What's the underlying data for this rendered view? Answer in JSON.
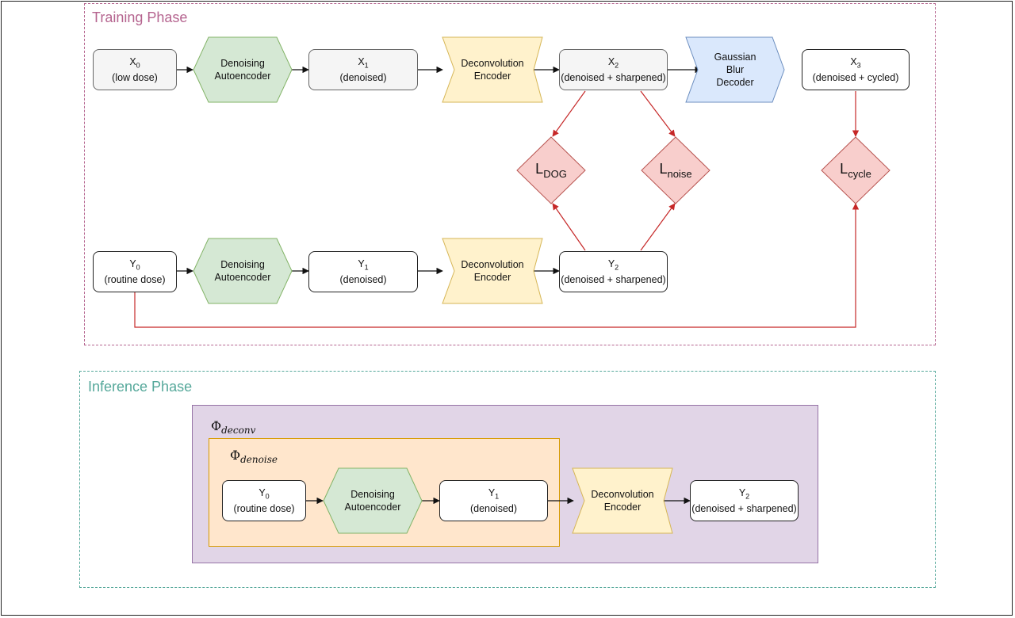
{
  "training": {
    "title": "Training Phase",
    "row_x": {
      "x0": {
        "name": "X",
        "sub": "0",
        "desc": "(low dose)"
      },
      "autoencoder": {
        "line1": "Denoising",
        "line2": "Autoencoder"
      },
      "x1": {
        "name": "X",
        "sub": "1",
        "desc": "(denoised)"
      },
      "encoder": {
        "line1": "Deconvolution",
        "line2": "Encoder"
      },
      "x2": {
        "name": "X",
        "sub": "2",
        "desc": "(denoised + sharpened)"
      },
      "decoder": {
        "line1": "Gaussian",
        "line2": "Blur",
        "line3": "Decoder"
      },
      "x3": {
        "name": "X",
        "sub": "3",
        "desc": "(denoised + cycled)"
      }
    },
    "row_y": {
      "y0": {
        "name": "Y",
        "sub": "0",
        "desc": "(routine dose)"
      },
      "autoencoder": {
        "line1": "Denoising",
        "line2": "Autoencoder"
      },
      "y1": {
        "name": "Y",
        "sub": "1",
        "desc": "(denoised)"
      },
      "encoder": {
        "line1": "Deconvolution",
        "line2": "Encoder"
      },
      "y2": {
        "name": "Y",
        "sub": "2",
        "desc": "(denoised + sharpened)"
      }
    },
    "losses": {
      "dog": {
        "name": "L",
        "sub": "DOG"
      },
      "noise": {
        "name": "L",
        "sub": "noise"
      },
      "cycle": {
        "name": "L",
        "sub": "cycle"
      }
    }
  },
  "inference": {
    "title": "Inference Phase",
    "phi_deconv": {
      "symbol": "Φ",
      "sub": "deconv"
    },
    "phi_denoise": {
      "symbol": "Φ",
      "sub": "denoise"
    },
    "y0": {
      "name": "Y",
      "sub": "0",
      "desc": "(routine dose)"
    },
    "autoencoder": {
      "line1": "Denoising",
      "line2": "Autoencoder"
    },
    "y1": {
      "name": "Y",
      "sub": "1",
      "desc": "(denoised)"
    },
    "encoder": {
      "line1": "Deconvolution",
      "line2": "Encoder"
    },
    "y2": {
      "name": "Y",
      "sub": "2",
      "desc": "(denoised + sharpened)"
    }
  },
  "colors": {
    "training_border": "#b5648f",
    "inference_border": "#55a89a",
    "autoencoder_fill": "#d5e8d4",
    "autoencoder_stroke": "#82b366",
    "encoder_fill": "#fff2cc",
    "encoder_stroke": "#d6b656",
    "decoder_fill": "#dae8fc",
    "decoder_stroke": "#6c8ebf",
    "loss_fill": "#f8cecc",
    "loss_stroke": "#b85450",
    "loss_wire": "#c62828",
    "deconv_fill": "#e1d5e7",
    "denoise_fill": "#ffe6cc"
  },
  "icons": {
    "autoencoder": "hexagon-shape",
    "encoder": "chevron-shape",
    "decoder": "pentagon-arrow-shape",
    "loss": "diamond-shape"
  }
}
